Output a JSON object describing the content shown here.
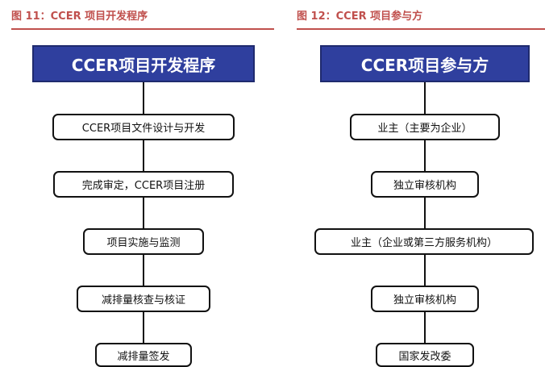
{
  "left": {
    "figure_title": "图 11：CCER 项目开发程序",
    "header": "CCER项目开发程序",
    "steps": [
      "CCER项目文件设计与开发",
      "完成审定，CCER项目注册",
      "项目实施与监测",
      "减排量核查与核证",
      "减排量签发"
    ]
  },
  "right": {
    "figure_title": "图 12：CCER 项目参与方",
    "header": "CCER项目参与方",
    "steps": [
      "业主（主要为企业）",
      "独立审核机构",
      "业主（企业或第三方服务机构）",
      "独立审核机构",
      "国家发改委"
    ]
  },
  "colors": {
    "accent": "#c0504d",
    "header_fill": "#2f3f9e",
    "header_border": "#1f2a6e",
    "line": "#111111"
  }
}
